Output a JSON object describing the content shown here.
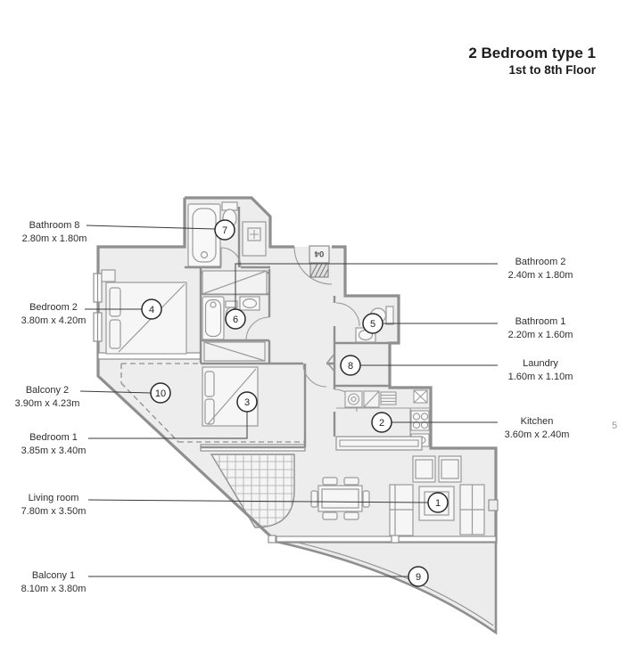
{
  "title": {
    "line1": "2 Bedroom type 1",
    "line2": "1st to 8th Floor"
  },
  "unit_plate": "04",
  "artifact_mark": "5",
  "labels_left": [
    {
      "name": "Bathroom 8",
      "dims": "2.80m x 1.80m",
      "marker": "7"
    },
    {
      "name": "Bedroom 2",
      "dims": "3.80m x 4.20m",
      "marker": "4"
    },
    {
      "name": "Balcony 2",
      "dims": "3.90m x 4.23m",
      "marker": "10"
    },
    {
      "name": "Bedroom 1",
      "dims": "3.85m x 3.40m",
      "marker": "3"
    },
    {
      "name": "Living room",
      "dims": "7.80m x 3.50m",
      "marker": "1"
    },
    {
      "name": "Balcony 1",
      "dims": "8.10m x 3.80m",
      "marker": "9"
    }
  ],
  "labels_right": [
    {
      "name": "Bathroom 2",
      "dims": "2.40m x 1.80m",
      "marker": "6"
    },
    {
      "name": "Bathroom 1",
      "dims": "2.20m x 1.60m",
      "marker": "5"
    },
    {
      "name": "Laundry",
      "dims": "1.60m x 1.10m",
      "marker": "8"
    },
    {
      "name": "Kitchen",
      "dims": "3.60m x 2.40m",
      "marker": "2"
    }
  ],
  "markers": {
    "1": "1",
    "2": "2",
    "3": "3",
    "4": "4",
    "5": "5",
    "6": "6",
    "7": "7",
    "8": "8",
    "9": "9",
    "10": "10"
  },
  "colors": {
    "wall": "#8f8f8f",
    "floor": "#ededed",
    "furniture_fill": "#f6f6f6",
    "text": "#2e2e2e",
    "title": "#1c1c1c"
  }
}
